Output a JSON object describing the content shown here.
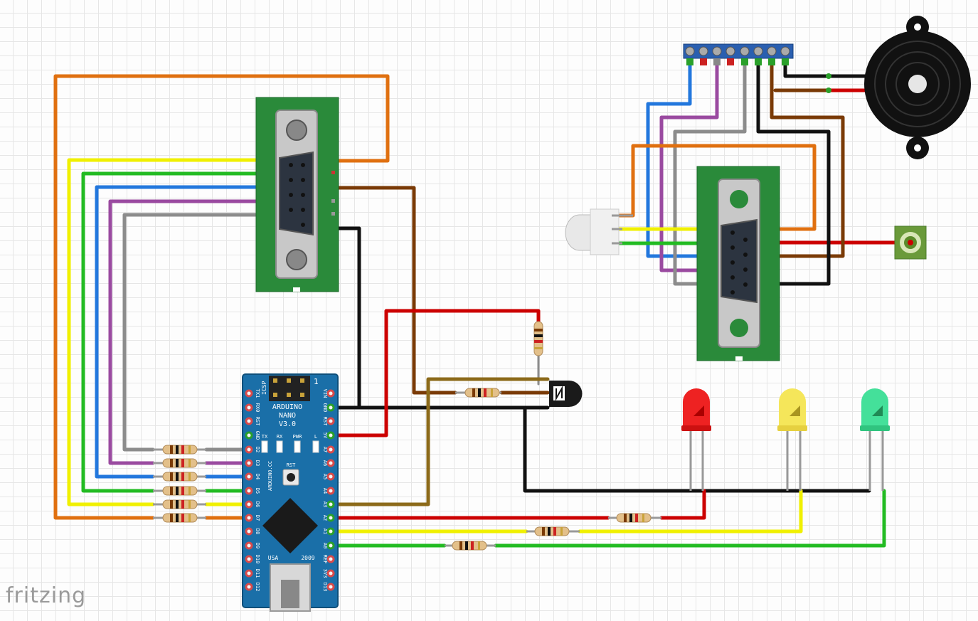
{
  "app": {
    "brand": "fritzing"
  },
  "arduino": {
    "board_name_line1": "ARDUINO",
    "board_name_line2": "NANO",
    "board_name_line3": "V3.0",
    "site": "ARDUINO.CC",
    "icsp": "ICSP",
    "icsp_pin": "1",
    "made_in": "USA",
    "year": "2009",
    "rst_label": "RST",
    "leds": [
      "TX",
      "RX",
      "PWR",
      "L"
    ],
    "left_pins": [
      "TX1",
      "RX0",
      "RST",
      "GND",
      "D2",
      "D3",
      "D4",
      "D5",
      "D6",
      "D7",
      "D8",
      "D9",
      "D10",
      "D11",
      "D12"
    ],
    "right_pins": [
      "VIN",
      "GND",
      "RST",
      "5V",
      "A7",
      "A6",
      "A5",
      "A4",
      "A3",
      "A2",
      "A1",
      "A0",
      "REF",
      "3V3",
      "D13"
    ]
  },
  "colors": {
    "orange": "#e07010",
    "yellow": "#f0f000",
    "green": "#22bb22",
    "blue": "#2277dd",
    "purple": "#9a4aa0",
    "gray": "#8c8c8c",
    "brown": "#7a3a06",
    "black": "#111111",
    "red": "#cc0000",
    "olive": "#8c6a1a",
    "pcb_green": "#2a8a3a",
    "arduino_blue": "#1a6fa8"
  }
}
